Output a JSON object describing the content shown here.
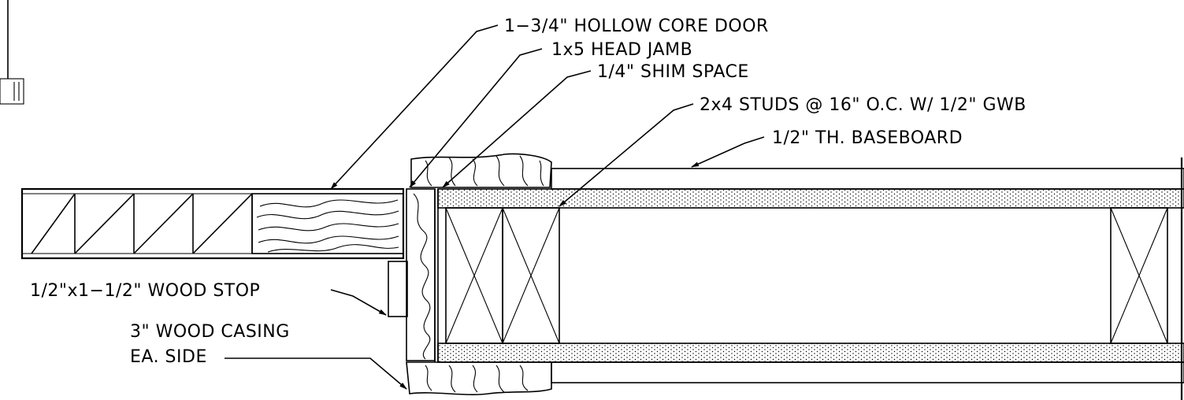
{
  "drawing": {
    "labels": {
      "door": "1−3/4\" HOLLOW CORE DOOR",
      "head_jamb": "1x5 HEAD JAMB",
      "shim_space": "1/4\" SHIM SPACE",
      "studs": "2x4 STUDS @ 16\" O.C. W/ 1/2\" GWB",
      "baseboard": "1/2\" TH. BASEBOARD",
      "wood_stop": "1/2\"x1−1/2\" WOOD STOP",
      "casing_line1": "3\" WOOD CASING",
      "casing_line2": "EA. SIDE"
    }
  }
}
